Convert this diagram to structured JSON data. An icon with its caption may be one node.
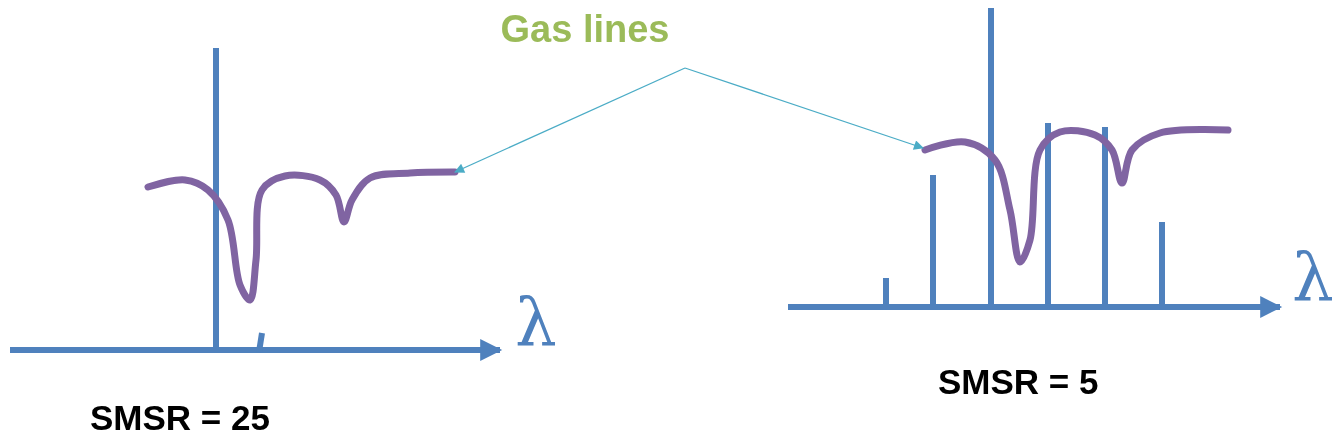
{
  "diagram": {
    "nodes": [
      {
        "text": [
          "Gas lines"
        ]
      },
      {
        "text": [],
        "shape": "curve"
      },
      {
        "text": [],
        "shape": "curve"
      }
    ],
    "edges": [
      {
        "from": 0,
        "to": 1,
        "arrow": "to"
      },
      {
        "from": 0,
        "to": 2,
        "arrow": "to"
      }
    ],
    "labels": [
      "λ",
      "SMSR = 25",
      "λ",
      "SMSR = 5"
    ]
  }
}
